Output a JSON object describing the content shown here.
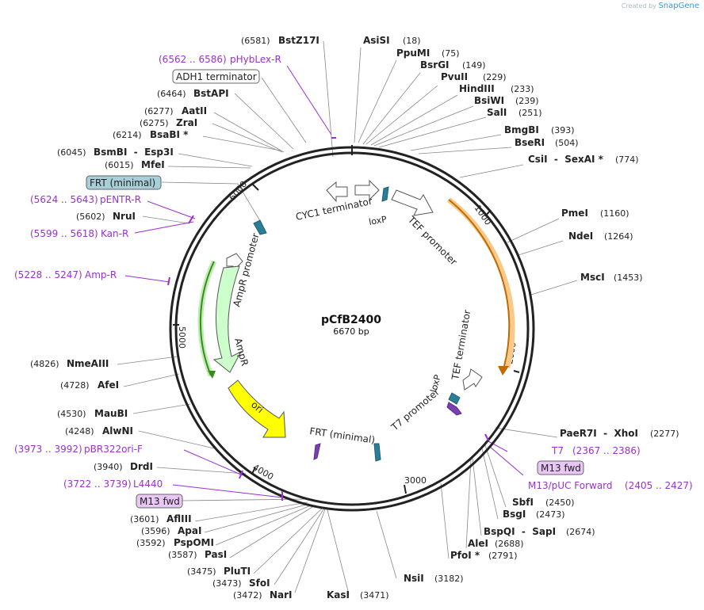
{
  "header": {
    "created_by": "Created by",
    "brand": "SnapGene"
  },
  "plasmid": {
    "name": "pCfB2400",
    "size": "6670 bp"
  },
  "ticks": [
    "1000",
    "2000",
    "3000",
    "4000",
    "5000",
    "6000"
  ],
  "features": [
    {
      "label": "CYC1 terminator"
    },
    {
      "label": "TEF promoter"
    },
    {
      "label": "loxP"
    },
    {
      "label": "loxP"
    },
    {
      "label": "TEF terminator"
    },
    {
      "label": "T7 promoter"
    },
    {
      "label": "FRT (minimal)"
    },
    {
      "label": "AmpR promoter"
    },
    {
      "label": "AmpR"
    },
    {
      "label": "ori"
    }
  ],
  "sites": [
    {
      "name": "BstZ17I",
      "pos": "(6581)"
    },
    {
      "name": "AsiSI",
      "pos": "(18)"
    },
    {
      "name": "PpuMI",
      "pos": "(75)"
    },
    {
      "name": "BsrGI",
      "pos": "(149)"
    },
    {
      "name": "PvuII",
      "pos": "(229)"
    },
    {
      "name": "HindIII",
      "pos": "(233)"
    },
    {
      "name": "BsiWI",
      "pos": "(239)"
    },
    {
      "name": "SalI",
      "pos": "(251)"
    },
    {
      "name": "BmgBI",
      "pos": "(393)"
    },
    {
      "name": "BseRI",
      "pos": "(504)"
    },
    {
      "name": "CsiI  -  SexAI *",
      "pos": "(774)"
    },
    {
      "name": "PmeI",
      "pos": "(1160)"
    },
    {
      "name": "NdeI",
      "pos": "(1264)"
    },
    {
      "name": "MscI",
      "pos": "(1453)"
    },
    {
      "name": "PaeR7I  -  XhoI",
      "pos": "(2277)"
    },
    {
      "name": "SbfI",
      "pos": "(2450)"
    },
    {
      "name": "BsgI",
      "pos": "(2473)"
    },
    {
      "name": "BspQI  -  SapI",
      "pos": "(2674)"
    },
    {
      "name": "AleI",
      "pos": "(2688)"
    },
    {
      "name": "PfoI *",
      "pos": "(2791)"
    },
    {
      "name": "NsiI",
      "pos": "(3182)"
    },
    {
      "name": "KasI",
      "pos": "(3471)"
    },
    {
      "name": "NarI",
      "pos": "(3472)"
    },
    {
      "name": "SfoI",
      "pos": "(3473)"
    },
    {
      "name": "PluTI",
      "pos": "(3475)"
    },
    {
      "name": "PasI",
      "pos": "(3587)"
    },
    {
      "name": "PspOMI",
      "pos": "(3592)"
    },
    {
      "name": "ApaI",
      "pos": "(3596)"
    },
    {
      "name": "AflIII",
      "pos": "(3601)"
    },
    {
      "name": "DrdI",
      "pos": "(3940)"
    },
    {
      "name": "AlwNI",
      "pos": "(4248)"
    },
    {
      "name": "MauBI",
      "pos": "(4530)"
    },
    {
      "name": "AfeI",
      "pos": "(4728)"
    },
    {
      "name": "NmeAIII",
      "pos": "(4826)"
    },
    {
      "name": "NruI",
      "pos": "(5602)"
    },
    {
      "name": "MfeI",
      "pos": "(6015)"
    },
    {
      "name": "BsmBI  -  Esp3I",
      "pos": "(6045)"
    },
    {
      "name": "BsaBI *",
      "pos": "(6214)"
    },
    {
      "name": "ZraI",
      "pos": "(6275)"
    },
    {
      "name": "AatII",
      "pos": "(6277)"
    },
    {
      "name": "BstAPI",
      "pos": "(6464)"
    }
  ],
  "primers": [
    {
      "name": "pHybLex-R",
      "range": "(6562 .. 6586)"
    },
    {
      "name": "pENTR-R",
      "range": "(5624 .. 5643)"
    },
    {
      "name": "Kan-R",
      "range": "(5599 .. 5618)"
    },
    {
      "name": "Amp-R",
      "range": "(5228 .. 5247)"
    },
    {
      "name": "pBR322ori-F",
      "range": "(3973 .. 3992)"
    },
    {
      "name": "L4440",
      "range": "(3722 .. 3739)"
    },
    {
      "name": "T7",
      "range": "(2367 .. 2386)"
    },
    {
      "name": "M13/pUC Forward",
      "range": "(2405 .. 2427)"
    }
  ],
  "boxed": [
    {
      "name": "ADH1 terminator"
    },
    {
      "name": "FRT (minimal)"
    },
    {
      "name": "M13 fwd"
    },
    {
      "name": "M13 fwd"
    }
  ],
  "colors": {
    "primer": "#9b30d0",
    "backbone": "#222222",
    "ori": "#ffff00",
    "ampr": "#ccffcc",
    "tef": "#ffa500",
    "frt_box": "#a8cfd8",
    "m13_box": "#e9c6f5"
  }
}
